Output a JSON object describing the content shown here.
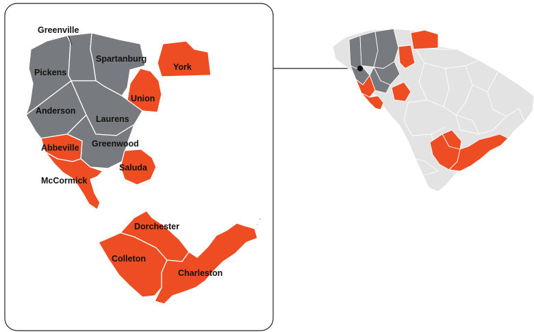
{
  "colors": {
    "highlight": "#ee4d23",
    "region": "#777a7e",
    "background_state": "#e3e3e3",
    "label": "#111111"
  },
  "inset_counties": [
    {
      "name": "Greenville",
      "status": "region"
    },
    {
      "name": "Pickens",
      "status": "region"
    },
    {
      "name": "Spartanburg",
      "status": "region"
    },
    {
      "name": "York",
      "status": "highlight"
    },
    {
      "name": "Anderson",
      "status": "region"
    },
    {
      "name": "Laurens",
      "status": "region"
    },
    {
      "name": "Union",
      "status": "highlight"
    },
    {
      "name": "Abbeville",
      "status": "highlight"
    },
    {
      "name": "Greenwood",
      "status": "region"
    },
    {
      "name": "Saluda",
      "status": "highlight"
    },
    {
      "name": "McCormick",
      "status": "highlight"
    },
    {
      "name": "Dorchester",
      "status": "highlight"
    },
    {
      "name": "Colleton",
      "status": "highlight"
    },
    {
      "name": "Charleston",
      "status": "highlight"
    }
  ]
}
